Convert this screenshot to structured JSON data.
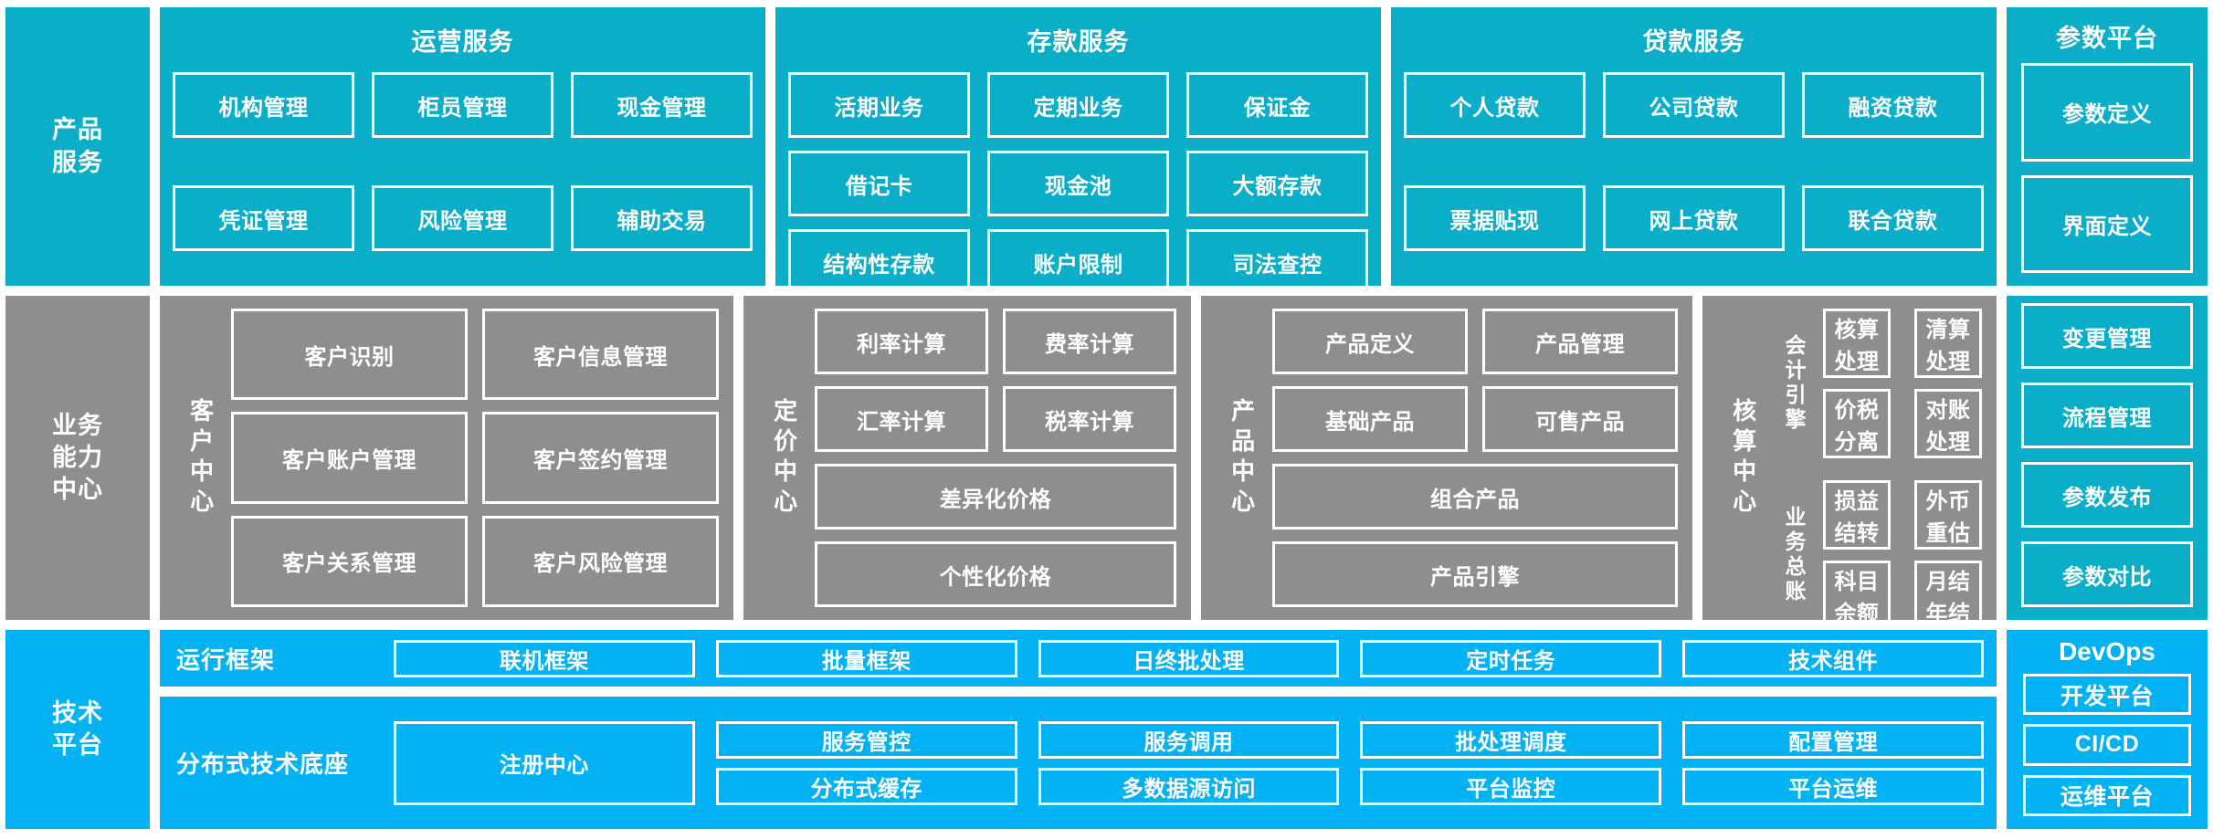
{
  "colors": {
    "teal": "#0aaec8",
    "gray": "#8e8e8e",
    "azure": "#03b2f2",
    "tile_border": "#ffffff",
    "text": "#ffffff",
    "page_background": "#ffffff"
  },
  "rows": {
    "product_service": {
      "label": "产品\n服务"
    },
    "business_capability": {
      "label": "业务\n能力\n中心"
    },
    "technical_platform": {
      "label": "技术\n平台"
    }
  },
  "product_service": {
    "groups": [
      {
        "title": "运营服务",
        "items": [
          "机构管理",
          "柜员管理",
          "现金管理",
          "凭证管理",
          "风险管理",
          "辅助交易"
        ]
      },
      {
        "title": "存款服务",
        "items": [
          "活期业务",
          "定期业务",
          "保证金",
          "借记卡",
          "现金池",
          "大额存款",
          "结构性存款",
          "账户限制",
          "司法查控"
        ]
      },
      {
        "title": "贷款服务",
        "items": [
          "个人贷款",
          "公司贷款",
          "融资贷款",
          "票据贴现",
          "网上贷款",
          "联合贷款"
        ]
      }
    ]
  },
  "parameter_platform": {
    "title": "参数平台",
    "items": [
      "参数定义",
      "界面定义",
      "变更管理",
      "流程管理",
      "参数发布",
      "参数对比"
    ]
  },
  "business_capability": {
    "centers": [
      {
        "label": "客户中心",
        "rows": [
          [
            "客户识别",
            "客户信息管理"
          ],
          [
            "客户账户管理",
            "客户签约管理"
          ],
          [
            "客户关系管理",
            "客户风险管理"
          ]
        ]
      },
      {
        "label": "定价中心",
        "rows": [
          [
            "利率计算",
            "费率计算"
          ],
          [
            "汇率计算",
            "税率计算"
          ],
          [
            "差异化价格"
          ],
          [
            "个性化价格"
          ]
        ]
      },
      {
        "label": "产品中心",
        "rows": [
          [
            "产品定义",
            "产品管理"
          ],
          [
            "基础产品",
            "可售产品"
          ],
          [
            "组合产品"
          ],
          [
            "产品引擎"
          ]
        ]
      },
      {
        "label": "核算中心",
        "subgroups": [
          {
            "label": "会计引擎",
            "rows": [
              [
                "核算处理",
                "清算处理"
              ],
              [
                "价税分离",
                "对账处理"
              ]
            ]
          },
          {
            "label": "业务总账",
            "rows": [
              [
                "损益结转",
                "外币重估"
              ],
              [
                "科目余额",
                "月结年结"
              ]
            ]
          }
        ]
      }
    ]
  },
  "technical_platform": {
    "rows": [
      {
        "label": "运行框架",
        "cells": [
          [
            "联机框架"
          ],
          [
            "批量框架"
          ],
          [
            "日终批处理"
          ],
          [
            "定时任务"
          ],
          [
            "技术组件"
          ]
        ]
      },
      {
        "label": "分布式技术底座",
        "cells": [
          [
            "注册中心"
          ],
          [
            "服务管控",
            "分布式缓存"
          ],
          [
            "服务调用",
            "多数据源访问"
          ],
          [
            "批处理调度",
            "平台监控"
          ],
          [
            "配置管理",
            "平台运维"
          ]
        ]
      }
    ]
  },
  "devops": {
    "title": "DevOps",
    "items": [
      "开发平台",
      "CI/CD",
      "运维平台"
    ]
  }
}
